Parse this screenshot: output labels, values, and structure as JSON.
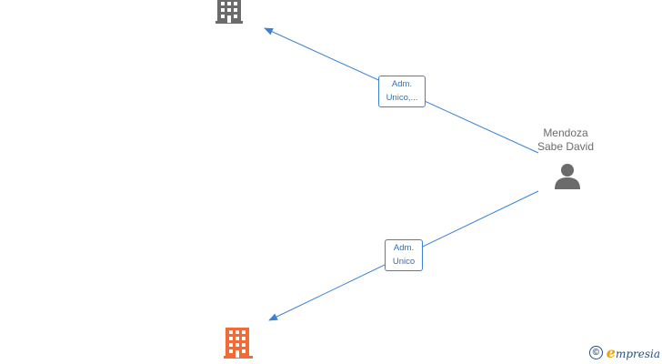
{
  "nodes": {
    "person": {
      "name_line1": "Mendoza",
      "name_line2": "Sabe David"
    },
    "company_top": {
      "icon": "building-icon",
      "color": "#6b6b6b"
    },
    "company_bottom": {
      "icon": "building-icon",
      "color": "#f26a35"
    }
  },
  "edges": [
    {
      "label_line1": "Adm.",
      "label_line2": "Unico,..."
    },
    {
      "label_line1": "Adm.",
      "label_line2": "Unico"
    }
  ],
  "colors": {
    "edge": "#3b82d6",
    "label_text": "#2f6fb8"
  },
  "footer": {
    "copyright_symbol": "©",
    "brand_initial": "e",
    "brand_rest": "mpresia"
  }
}
